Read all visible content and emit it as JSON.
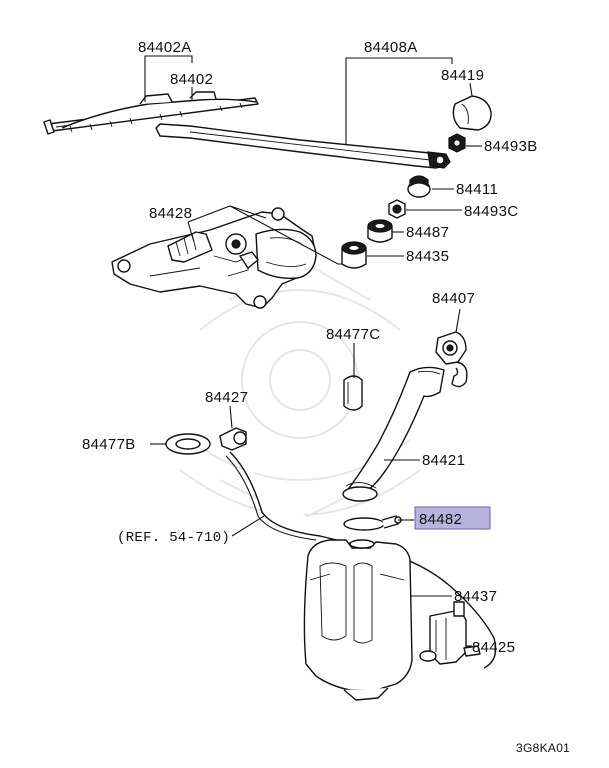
{
  "diagram": {
    "catalog_code": "3G8KA01",
    "highlight_color": "#b7b3dc",
    "labels": {
      "p84402A": "84402A",
      "p84402": "84402",
      "p84408A": "84408A",
      "p84419": "84419",
      "p84493B": "84493B",
      "p84411": "84411",
      "p84493C": "84493C",
      "p84428": "84428",
      "p84487": "84487",
      "p84435": "84435",
      "p84407": "84407",
      "p84477C": "84477C",
      "p84427": "84427",
      "p84477B": "84477B",
      "p84421": "84421",
      "p84482": "84482",
      "ref": "(REF. 54-710)",
      "p84437": "84437",
      "p84425": "84425"
    }
  }
}
